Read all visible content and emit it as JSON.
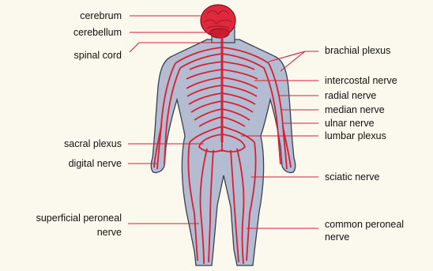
{
  "labels": {
    "cerebrum": "cerebrum",
    "cerebellum": "cerebellum",
    "spinal_cord": "spinal cord",
    "sacral_plexus": "sacral plexus",
    "digital_nerve": "digital nerve",
    "superficial_peroneal_line1": "superficial peroneal",
    "superficial_peroneal_line2": "nerve",
    "brachial_plexus": "brachial plexus",
    "intercostal_nerve": "intercostal nerve",
    "radial_nerve": "radial nerve",
    "median_nerve": "median nerve",
    "ulnar_nerve": "ulnar nerve",
    "lumbar_plexus": "lumbar plexus",
    "sciatic_nerve": "sciatic nerve",
    "common_peroneal_line1": "common peroneal",
    "common_peroneal_line2": "nerve"
  },
  "colors": {
    "background": "#fbf8ee",
    "body_fill": "#b3bcd0",
    "body_outline": "#3a3f52",
    "nerve": "#d91e35",
    "brain": "#e0283c",
    "leader_line": "#d91e35"
  }
}
